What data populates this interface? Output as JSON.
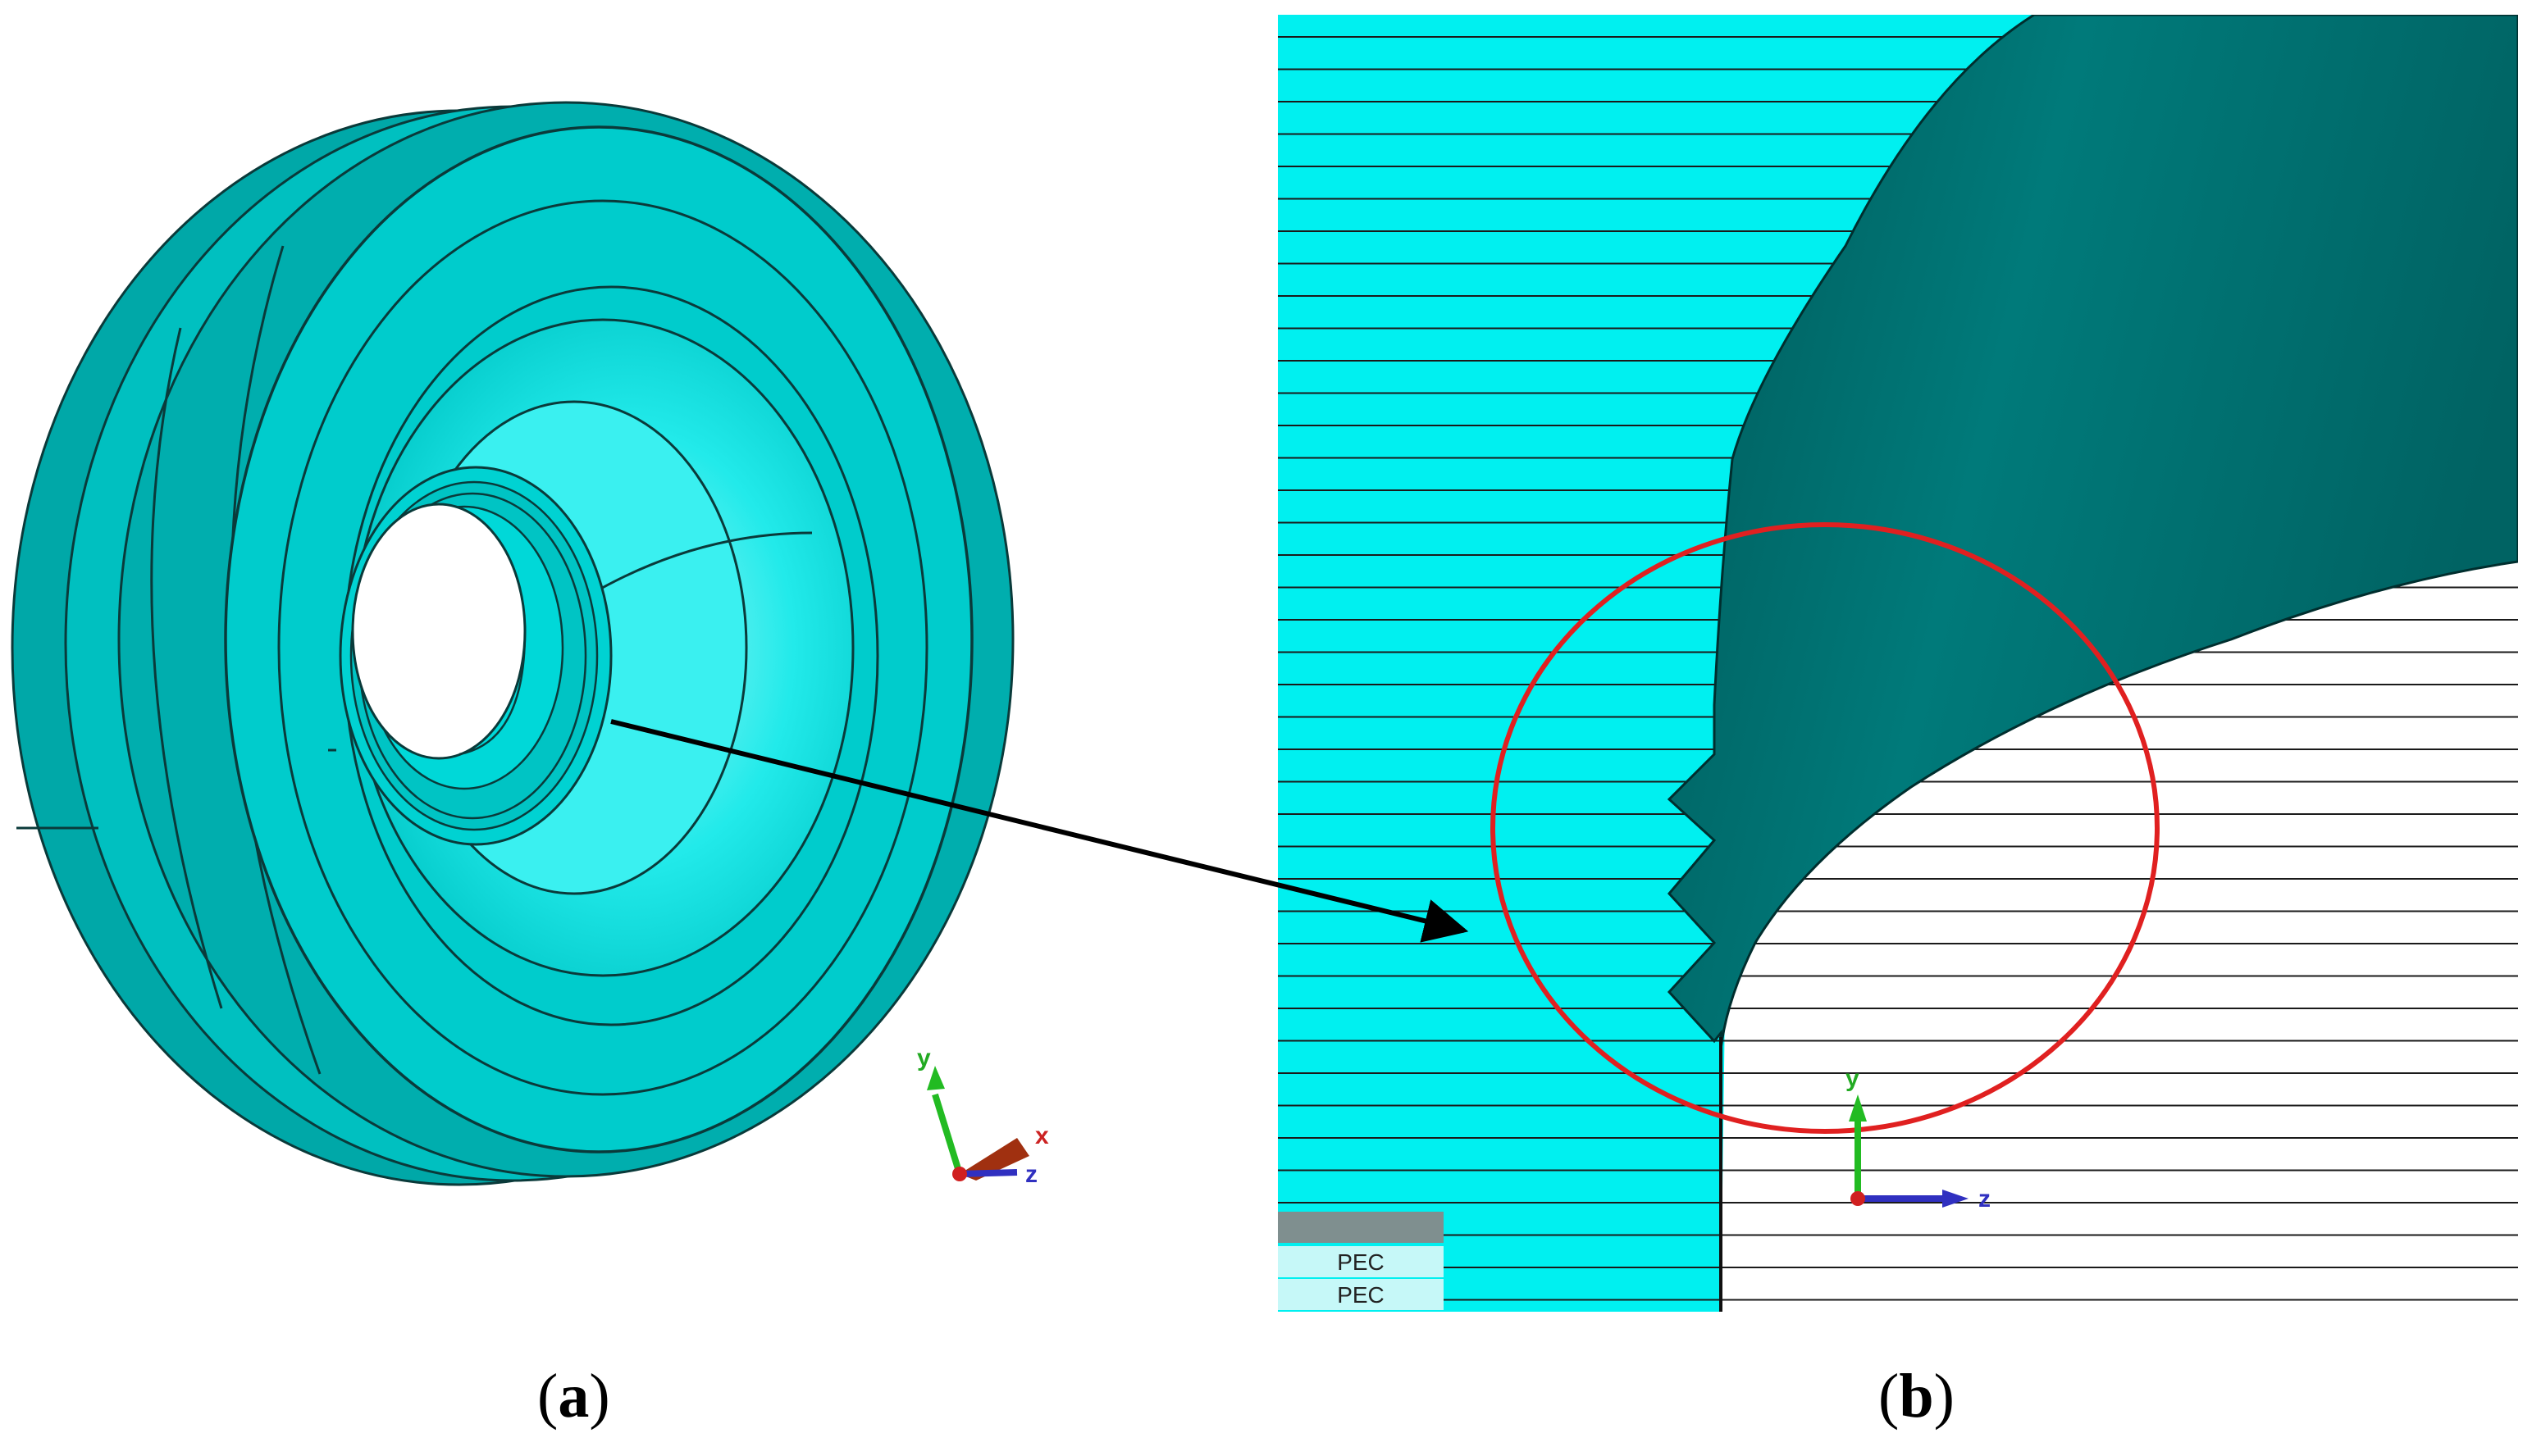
{
  "panels": {
    "a": {
      "caption_open": "(",
      "caption_letter": "a",
      "caption_close": ")"
    },
    "b": {
      "caption_open": "(",
      "caption_letter": "b",
      "caption_close": ")"
    }
  },
  "axes_a": {
    "y": "y",
    "x": "x",
    "z": "z"
  },
  "axes_b": {
    "y": "y",
    "z": "z"
  },
  "material_tabs": [
    "PEC",
    "PEC"
  ],
  "colors": {
    "cyan": "#00f0f0",
    "teal_light": "#00cccc",
    "teal_dark": "#007070",
    "highlight_circle": "#e02020",
    "arrow": "#000000"
  }
}
